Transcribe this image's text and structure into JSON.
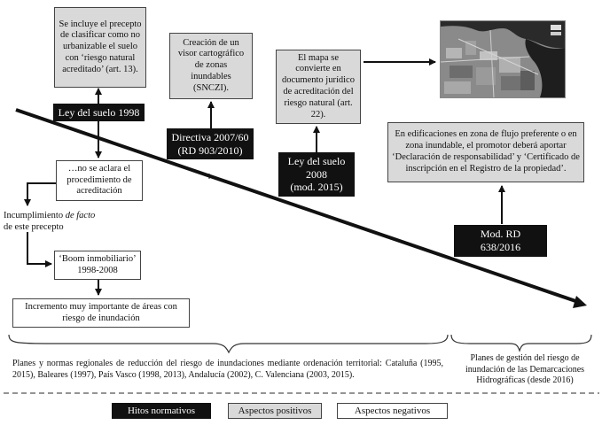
{
  "boxes": {
    "clasificar": "Se incluye el precepto de clasificar como no urbanizable el suelo con ‘riesgo natural acreditado’ (art. 13).",
    "visor": "Creación de un visor cartográfico de zonas inundables (SNCZI).",
    "mapa": "El mapa se convierte en documento jurídico de acreditación del riesgo natural (art. 22).",
    "edificaciones": "En edificaciones en zona de flujo preferente o en zona inundable, el promotor deberá aportar ‘Declaración de responsabilidad’ y ‘Certificado de inscripción en el Registro de la propiedad’.",
    "no_aclara": "…no se aclara el procedimiento de acreditación",
    "boom": "‘Boom inmobiliario’ 1998-2008",
    "incremento": "Incremento muy importante de áreas con riesgo de inundación"
  },
  "milestones": {
    "ley1998": "Ley del suelo 1998",
    "directiva_line1": "Directiva 2007/60",
    "directiva_line2": "(RD 903/2010)",
    "ley2008_line1": "Ley del suelo",
    "ley2008_line2": "2008",
    "ley2008_line3": "(mod. 2015)",
    "rd_line1": "Mod. RD",
    "rd_line2": "638/2016"
  },
  "incumplimiento": {
    "part1": "Incumplimiento ",
    "italic": "de facto",
    "part2": " de este precepto"
  },
  "brackets": {
    "left_text": "Planes y normas regionales de reducción del riesgo de inundaciones mediante ordenación territorial: Cataluña (1995, 2015), Baleares (1997), País Vasco (1998, 2013), Andalucía (2002), C. Valenciana (2003, 2015).",
    "right_text": "Planes de gestión del riesgo de inundación de las Demarcaciones Hidrográficas (desde 2016)"
  },
  "legend": {
    "hitos": "Hitos normativos",
    "positivos": "Aspectos positivos",
    "negativos": "Aspectos negativos"
  },
  "colors": {
    "black_box": "#111111",
    "gray_box": "#d9d9d9",
    "white_box": "#ffffff"
  }
}
